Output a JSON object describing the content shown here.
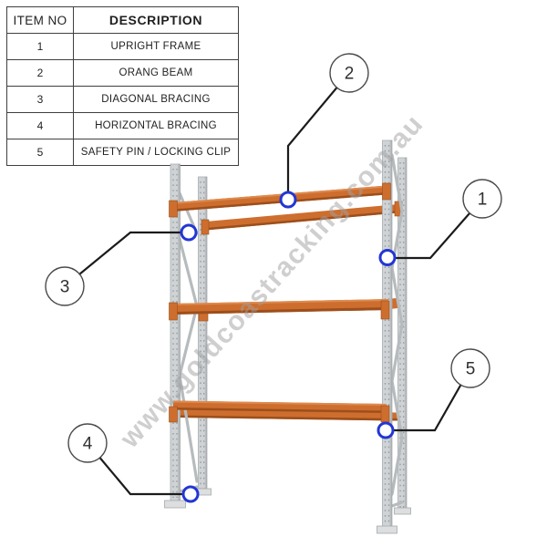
{
  "table": {
    "headers": {
      "item_no": "ITEM NO",
      "description": "DESCRIPTION"
    },
    "rows": [
      {
        "no": "1",
        "description": "UPRIGHT FRAME"
      },
      {
        "no": "2",
        "description": "ORANG BEAM"
      },
      {
        "no": "3",
        "description": "DIAGONAL BRACING"
      },
      {
        "no": "4",
        "description": "HORIZONTAL BRACING"
      },
      {
        "no": "5",
        "description": "SAFETY PIN / LOCKING CLIP"
      }
    ]
  },
  "callouts": [
    {
      "label": "1"
    },
    {
      "label": "2"
    },
    {
      "label": "3"
    },
    {
      "label": "4"
    },
    {
      "label": "5"
    }
  ],
  "watermark": {
    "text": "www.goldcoastracking.com.au"
  },
  "colors": {
    "beam_orange": "#ce6e2e",
    "beam_dark": "#9c4f1c",
    "beam_light": "#de8a4e",
    "post_gray": "#cfd3d5",
    "post_edge": "#a8adb0",
    "hole_gray": "#939aa0",
    "brace_gray": "#b6bbbe",
    "marker_blue": "#2336d4",
    "line_dark": "#1b1b1b",
    "circle_border": "#4a4a4a",
    "watermark_gray": "#9f9f9f"
  }
}
